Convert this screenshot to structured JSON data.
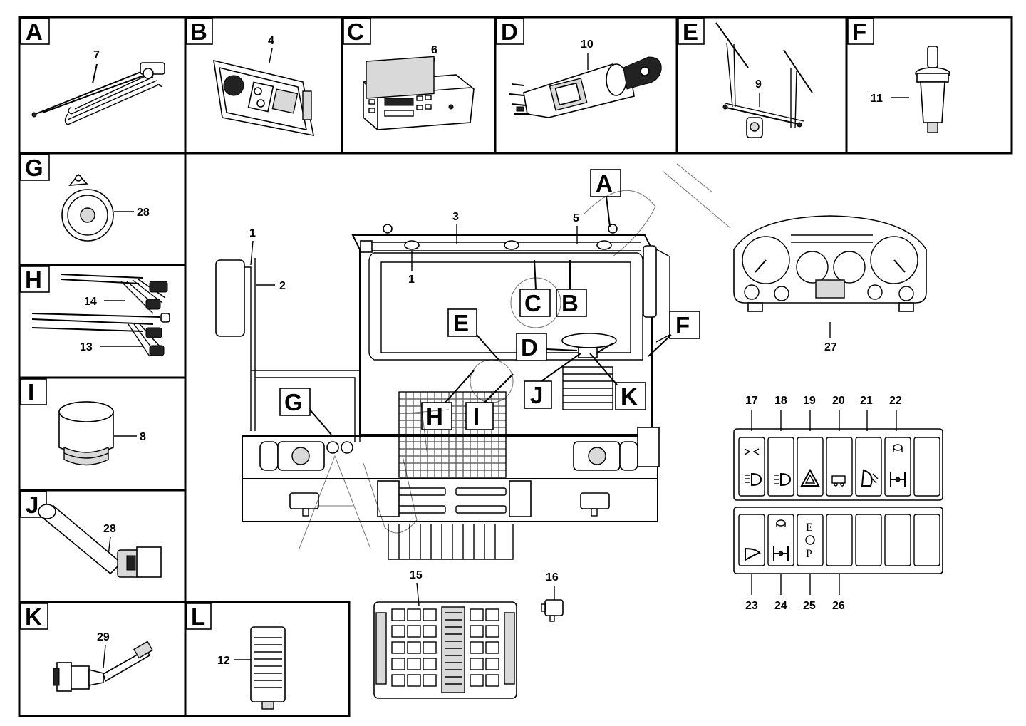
{
  "panels": {
    "A": {
      "letter": "A",
      "part": "7"
    },
    "B": {
      "letter": "B",
      "part": "4"
    },
    "C": {
      "letter": "C",
      "part": "6"
    },
    "D": {
      "letter": "D",
      "part": "10"
    },
    "E": {
      "letter": "E",
      "part": "9"
    },
    "F": {
      "letter": "F",
      "part": "11"
    },
    "G": {
      "letter": "G",
      "part": "28"
    },
    "H": {
      "letter": "H",
      "part_upper": "14",
      "part_lower": "13"
    },
    "I": {
      "letter": "I",
      "part": "8"
    },
    "J": {
      "letter": "J",
      "part": "28"
    },
    "K": {
      "letter": "K",
      "part": "29"
    },
    "L": {
      "letter": "L",
      "part": "12"
    }
  },
  "callouts": {
    "A": "A",
    "B": "B",
    "C": "C",
    "D": "D",
    "E": "E",
    "F": "F",
    "G": "G",
    "H": "H",
    "I": "I",
    "J": "J",
    "K": "K"
  },
  "cab_numbers": {
    "n1a": "1",
    "n1b": "1",
    "n2": "2",
    "n3": "3",
    "n5": "5",
    "n15": "15",
    "n16": "16",
    "n27": "27"
  },
  "switch_top": [
    "17",
    "18",
    "19",
    "20",
    "21",
    "22"
  ],
  "switch_bottom": [
    "23",
    "24",
    "25",
    "26"
  ],
  "switch_text": {
    "e": "E",
    "p": "P"
  }
}
